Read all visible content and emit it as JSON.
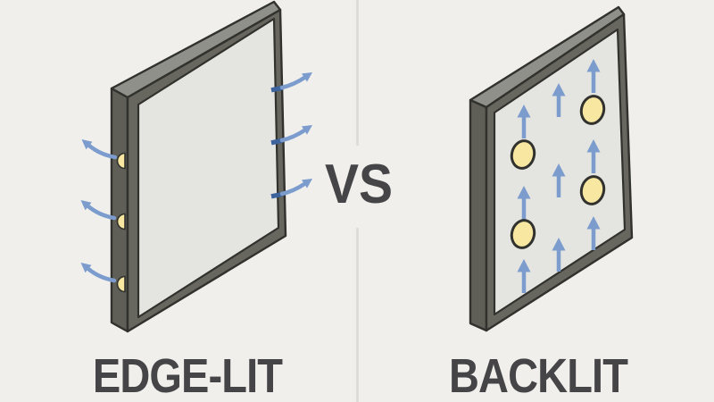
{
  "labels": {
    "left_panel": "EDGE-LIT",
    "right_panel": "BACKLIT",
    "versus": "VS"
  },
  "colors": {
    "background": "#f0efec",
    "outline": "#31312d",
    "frame-side": "#5f5f58",
    "frame-top": "#90908a",
    "frame-front": "#67675f",
    "screen": "#e4e4e1",
    "led-yellow": "#f7e7a0",
    "arrow-blue": "#7b9ccd",
    "arrow-dark-blue": "#3c639c",
    "divider": "#dcdbd7",
    "text": "#454548"
  },
  "left_diagram": {
    "icon": "edge-lit-panel-icon",
    "edge_led_count": 3,
    "outward_arrow_count": 6
  },
  "right_diagram": {
    "icon": "backlit-panel-icon",
    "led_count": 4,
    "up_arrow_count": 9
  }
}
